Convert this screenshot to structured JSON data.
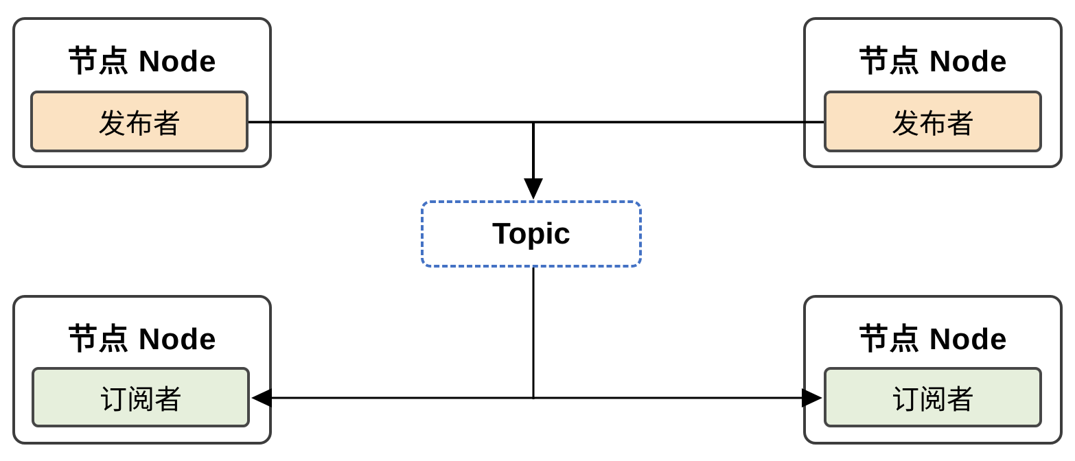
{
  "colors": {
    "publisher_fill": "#fbe2c2",
    "subscriber_fill": "#e6efdc",
    "topic_border": "#4472c4",
    "box_border": "#3d3d3d",
    "inner_border": "#474747",
    "line": "#000000"
  },
  "nodes": {
    "top_left": {
      "title": "节点 Node",
      "component": "发布者"
    },
    "top_right": {
      "title": "节点 Node",
      "component": "发布者"
    },
    "bottom_left": {
      "title": "节点 Node",
      "component": "订阅者"
    },
    "bottom_right": {
      "title": "节点 Node",
      "component": "订阅者"
    }
  },
  "topic": {
    "label": "Topic"
  }
}
